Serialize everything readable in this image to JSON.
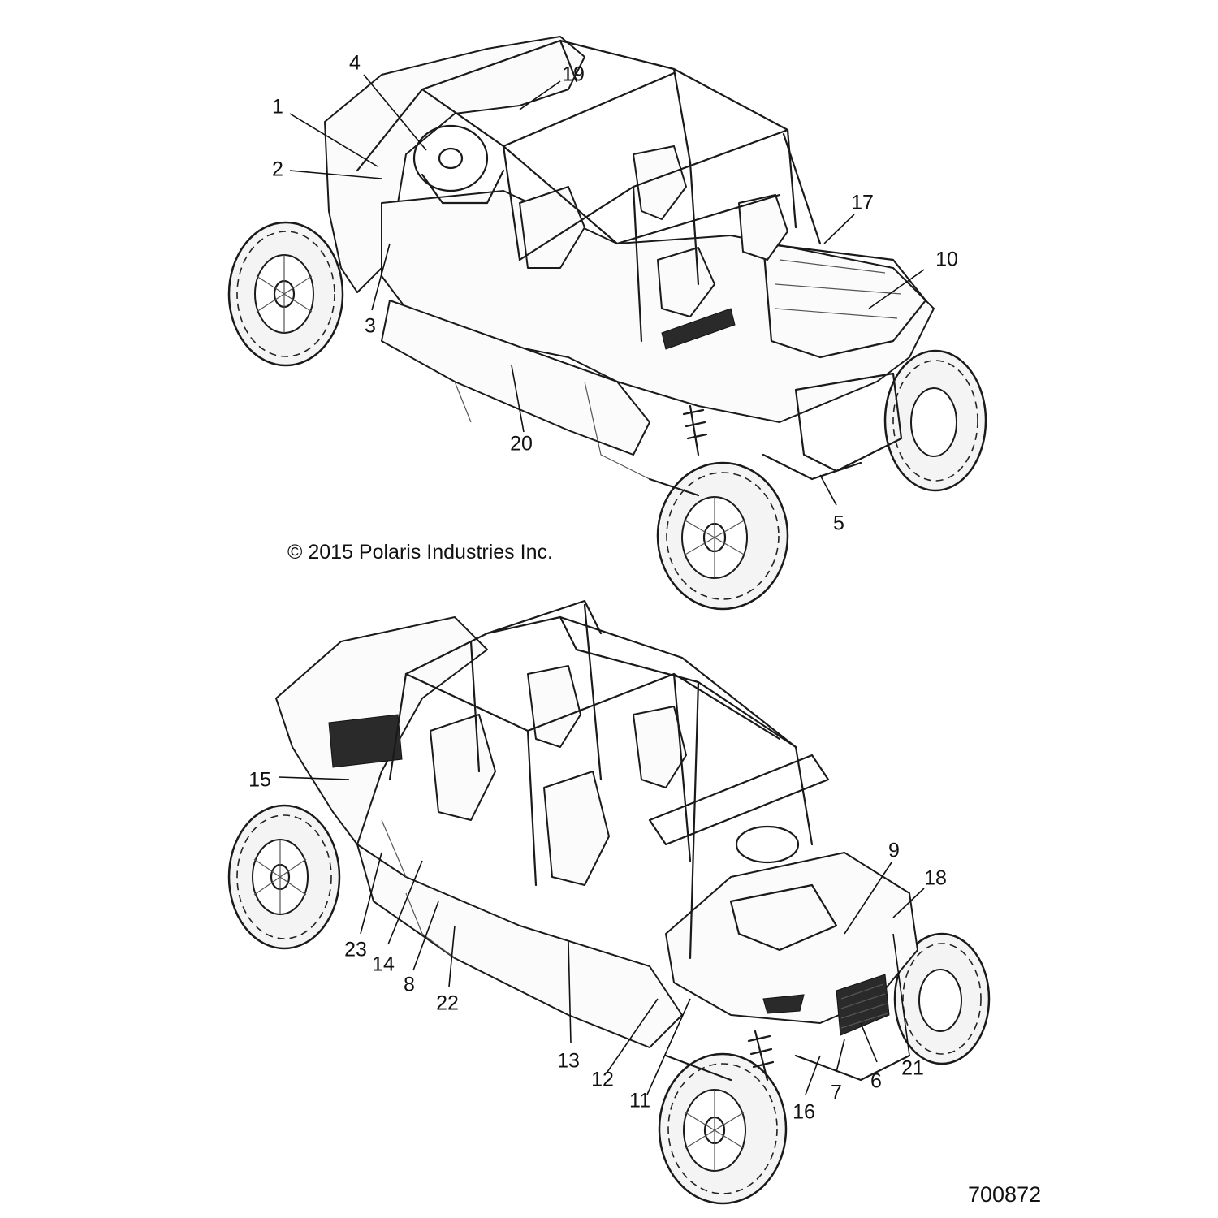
{
  "copyright": "© 2015 Polaris Industries Inc.",
  "figure_id": "700872",
  "callouts": [
    {
      "id": "1",
      "label": "1"
    },
    {
      "id": "2",
      "label": "2"
    },
    {
      "id": "3",
      "label": "3"
    },
    {
      "id": "4",
      "label": "4"
    },
    {
      "id": "5",
      "label": "5"
    },
    {
      "id": "6",
      "label": "6"
    },
    {
      "id": "7",
      "label": "7"
    },
    {
      "id": "8",
      "label": "8"
    },
    {
      "id": "9",
      "label": "9"
    },
    {
      "id": "10",
      "label": "10"
    },
    {
      "id": "11",
      "label": "11"
    },
    {
      "id": "12",
      "label": "12"
    },
    {
      "id": "13",
      "label": "13"
    },
    {
      "id": "14",
      "label": "14"
    },
    {
      "id": "15",
      "label": "15"
    },
    {
      "id": "16",
      "label": "16"
    },
    {
      "id": "17",
      "label": "17"
    },
    {
      "id": "18",
      "label": "18"
    },
    {
      "id": "19",
      "label": "19"
    },
    {
      "id": "20",
      "label": "20"
    },
    {
      "id": "21",
      "label": "21"
    },
    {
      "id": "22",
      "label": "22"
    },
    {
      "id": "23",
      "label": "23"
    }
  ]
}
